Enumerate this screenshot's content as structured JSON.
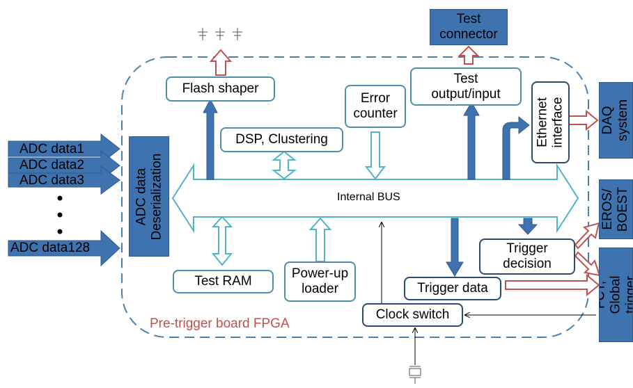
{
  "fpga_label": "Pre-trigger board FPGA",
  "inputs": [
    "ADC data1",
    "ADC data2",
    "ADC data3",
    "ADC data128"
  ],
  "deserialization": "ADC data\nDeserialization",
  "blocks": {
    "flash_shaper": "Flash shaper",
    "dsp": "DSP, Clustering",
    "error_counter": "Error\ncounter",
    "test_io": "Test\noutput/input",
    "ethernet": "Ethernet\ninterface",
    "bus": "Internal BUS",
    "test_ram": "Test RAM",
    "power_up": "Power-up\nloader",
    "trigger_data": "Trigger data",
    "trigger_decision": "Trigger\ndecision",
    "clock_switch": "Clock switch"
  },
  "external": {
    "test_connector": "Test\nconnector",
    "daq": "DAQ\nsystem",
    "eros": "EROS/\nBOEST",
    "fct": "FCT, Global\ntrigger"
  },
  "colors": {
    "dark_blue": "#3f73b0",
    "light_teal": "#4fb3c9",
    "red_outline": "#c0504d",
    "dash": "#4a7fb0"
  }
}
